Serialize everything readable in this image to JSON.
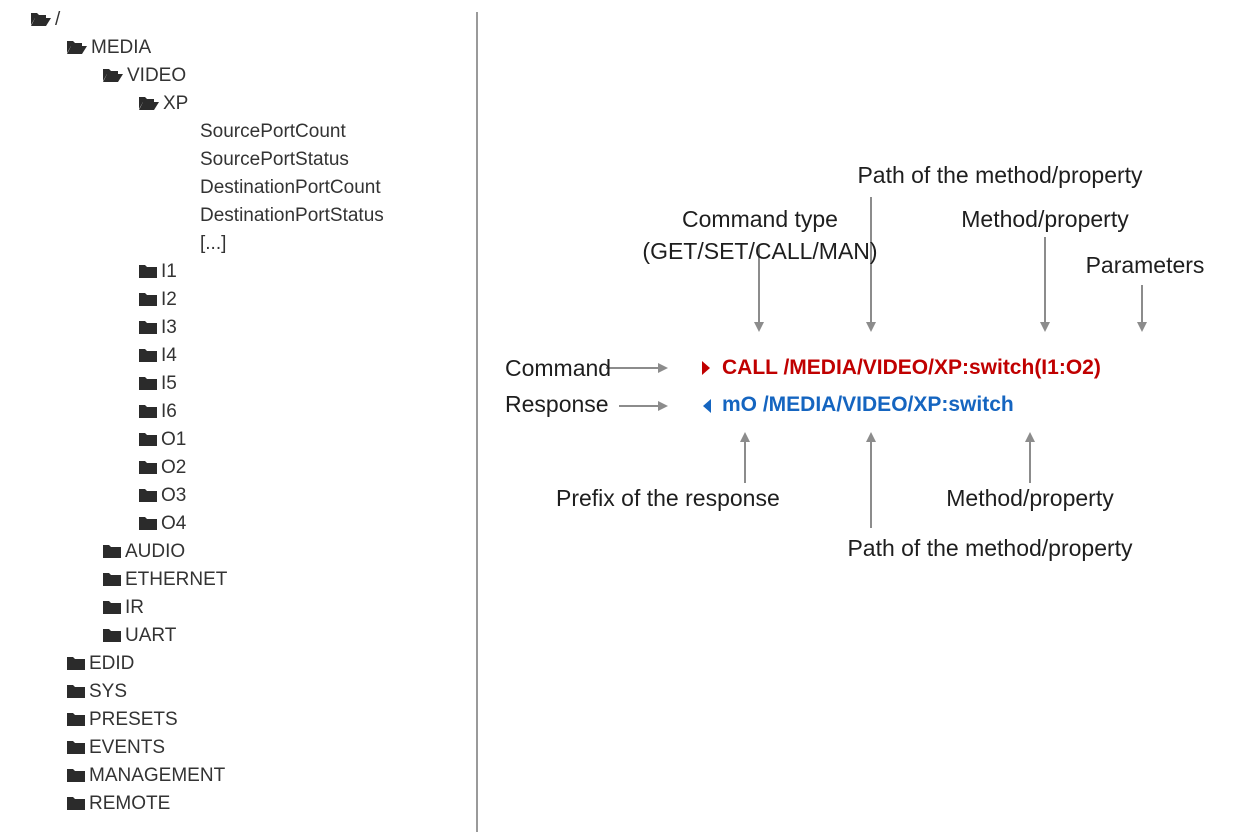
{
  "tree": {
    "items": [
      {
        "label": "/",
        "icon": "folder-open-icon"
      },
      {
        "label": "MEDIA",
        "icon": "folder-open-icon"
      },
      {
        "label": "VIDEO",
        "icon": "folder-open-icon"
      },
      {
        "label": "XP",
        "icon": "folder-open-icon"
      },
      {
        "label": "SourcePortCount"
      },
      {
        "label": "SourcePortStatus"
      },
      {
        "label": "DestinationPortCount"
      },
      {
        "label": "DestinationPortStatus"
      },
      {
        "label": "[...]"
      },
      {
        "label": "I1",
        "icon": "folder-icon"
      },
      {
        "label": "I2",
        "icon": "folder-icon"
      },
      {
        "label": "I3",
        "icon": "folder-icon"
      },
      {
        "label": "I4",
        "icon": "folder-icon"
      },
      {
        "label": "I5",
        "icon": "folder-icon"
      },
      {
        "label": "I6",
        "icon": "folder-icon"
      },
      {
        "label": "O1",
        "icon": "folder-icon"
      },
      {
        "label": "O2",
        "icon": "folder-icon"
      },
      {
        "label": "O3",
        "icon": "folder-icon"
      },
      {
        "label": "O4",
        "icon": "folder-icon"
      },
      {
        "label": "AUDIO",
        "icon": "folder-icon"
      },
      {
        "label": "ETHERNET",
        "icon": "folder-icon"
      },
      {
        "label": "IR",
        "icon": "folder-icon"
      },
      {
        "label": "UART",
        "icon": "folder-icon"
      },
      {
        "label": "EDID",
        "icon": "folder-icon"
      },
      {
        "label": "SYS",
        "icon": "folder-icon"
      },
      {
        "label": "PRESETS",
        "icon": "folder-icon"
      },
      {
        "label": "EVENTS",
        "icon": "folder-icon"
      },
      {
        "label": "MANAGEMENT",
        "icon": "folder-icon"
      },
      {
        "label": "REMOTE",
        "icon": "folder-icon"
      }
    ]
  },
  "diagram": {
    "path_top_label": "Path of the method/property",
    "command_type_label_1": "Command type",
    "command_type_label_2": "(GET/SET/CALL/MAN)",
    "method_top_label": "Method/property",
    "parameters_label": "Parameters",
    "command_label": "Command",
    "response_label": "Response",
    "command_text": "CALL /MEDIA/VIDEO/XP:switch(I1:O2)",
    "response_text": "mO /MEDIA/VIDEO/XP:switch",
    "prefix_label": "Prefix of the response",
    "method_bottom_label": "Method/property",
    "path_bottom_label": "Path of the method/property",
    "command_color": "#c00000",
    "response_color": "#1565c0",
    "arrow_color": "#8c8c8c"
  }
}
